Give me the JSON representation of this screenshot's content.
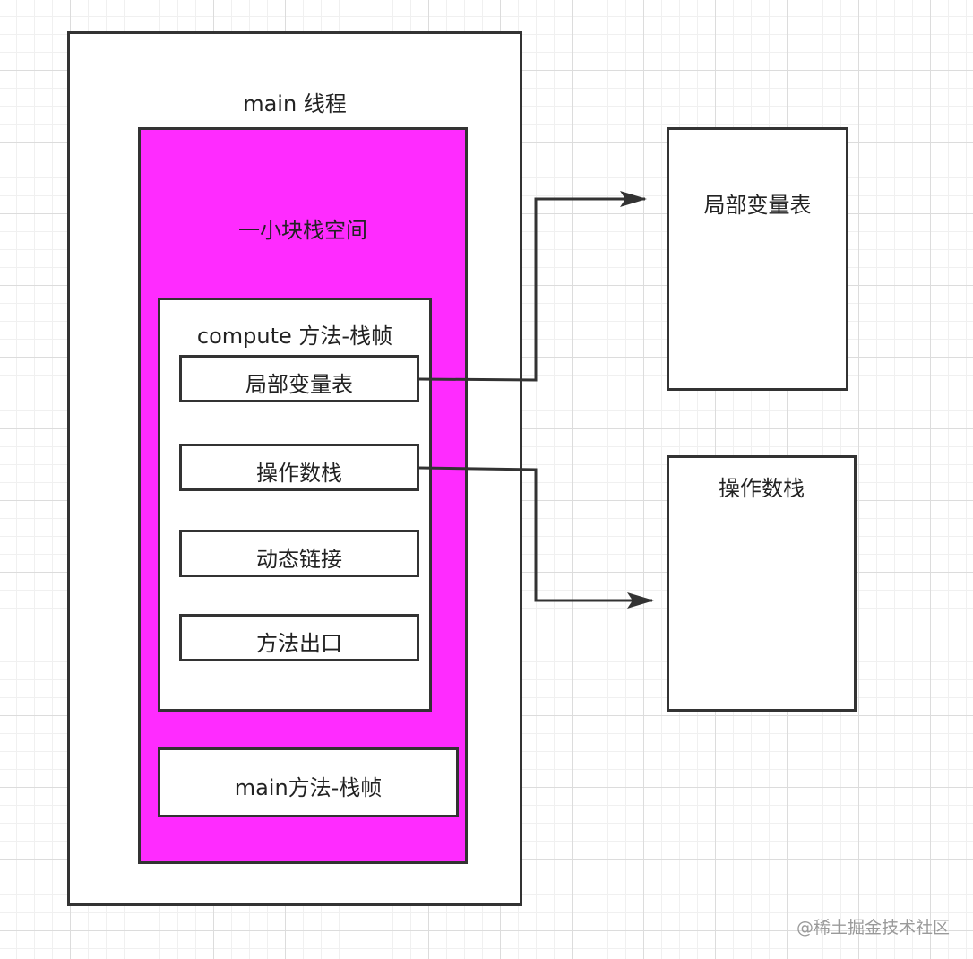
{
  "thread": {
    "title": "main 线程"
  },
  "stack": {
    "title": "一小块栈空间",
    "compute_frame": {
      "title": "compute 方法-栈帧",
      "slots": [
        "局部变量表",
        "操作数栈",
        "动态链接",
        "方法出口"
      ]
    },
    "main_frame": {
      "title": "main方法-栈帧"
    }
  },
  "external": {
    "locals_table": "局部变量表",
    "operand_stack": "操作数栈"
  },
  "watermark": "@稀土掘金技术社区",
  "colors": {
    "stack_fill": "#ff2bff",
    "stroke": "#333333",
    "grid": "#dcdcdc"
  }
}
